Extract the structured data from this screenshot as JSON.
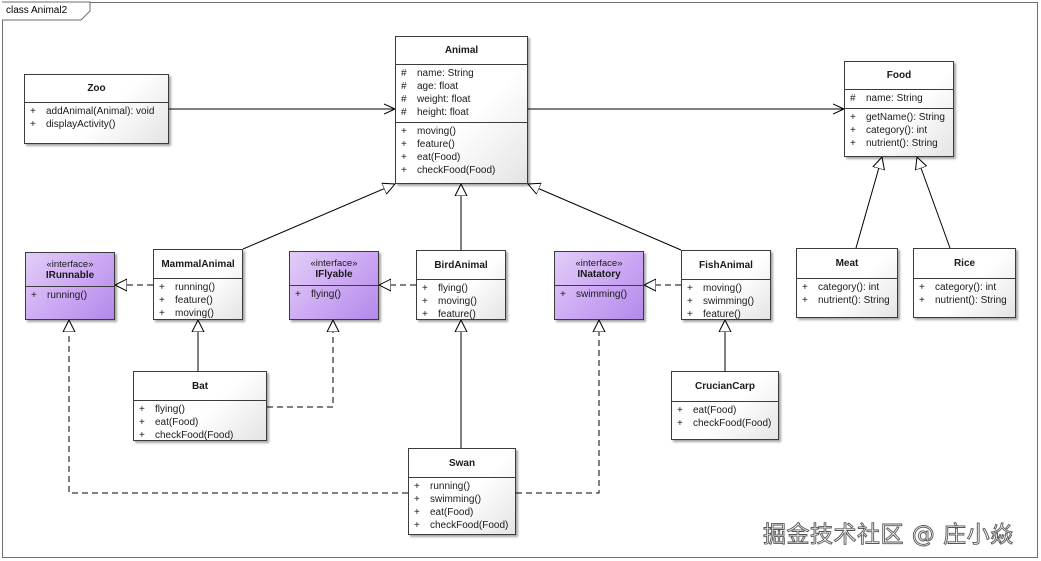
{
  "diagram_title": "class Animal2",
  "watermark": "掘金技术社区 @ 庄小焱",
  "colors": {
    "interface_fill": "#cba6f3",
    "class_fill": "#ffffff",
    "border": "#3c3c3c",
    "line": "#000000"
  },
  "classes": {
    "zoo": {
      "name": "Zoo",
      "operations": [
        {
          "vis": "+",
          "text": "addAnimal(Animal): void"
        },
        {
          "vis": "+",
          "text": "displayActivity()"
        }
      ]
    },
    "animal": {
      "name": "Animal",
      "attributes": [
        {
          "vis": "#",
          "text": "name: String"
        },
        {
          "vis": "#",
          "text": "age: float"
        },
        {
          "vis": "#",
          "text": "weight: float"
        },
        {
          "vis": "#",
          "text": "height: float"
        }
      ],
      "operations": [
        {
          "vis": "+",
          "text": "moving()"
        },
        {
          "vis": "+",
          "text": "feature()"
        },
        {
          "vis": "+",
          "text": "eat(Food)"
        },
        {
          "vis": "+",
          "text": "checkFood(Food)"
        }
      ]
    },
    "food": {
      "name": "Food",
      "attributes": [
        {
          "vis": "#",
          "text": "name: String"
        }
      ],
      "operations": [
        {
          "vis": "+",
          "text": "getName(): String"
        },
        {
          "vis": "+",
          "text": "category(): int"
        },
        {
          "vis": "+",
          "text": "nutrient(): String"
        }
      ]
    },
    "meat": {
      "name": "Meat",
      "operations": [
        {
          "vis": "+",
          "text": "category(): int"
        },
        {
          "vis": "+",
          "text": "nutrient(): String"
        }
      ]
    },
    "rice": {
      "name": "Rice",
      "operations": [
        {
          "vis": "+",
          "text": "category(): int"
        },
        {
          "vis": "+",
          "text": "nutrient(): String"
        }
      ]
    },
    "irunnable": {
      "stereotype": "«interface»",
      "name": "IRunnable",
      "operations": [
        {
          "vis": "+",
          "text": "running()"
        }
      ]
    },
    "mammal": {
      "name": "MammalAnimal",
      "operations": [
        {
          "vis": "+",
          "text": "running()"
        },
        {
          "vis": "+",
          "text": "feature()"
        },
        {
          "vis": "+",
          "text": "moving()"
        }
      ]
    },
    "iflyable": {
      "stereotype": "«interface»",
      "name": "IFlyable",
      "operations": [
        {
          "vis": "+",
          "text": "flying()"
        }
      ]
    },
    "bird": {
      "name": "BirdAnimal",
      "operations": [
        {
          "vis": "+",
          "text": "flying()"
        },
        {
          "vis": "+",
          "text": "moving()"
        },
        {
          "vis": "+",
          "text": "feature()"
        }
      ]
    },
    "inatatory": {
      "stereotype": "«interface»",
      "name": "INatatory",
      "operations": [
        {
          "vis": "+",
          "text": "swimming()"
        }
      ]
    },
    "fish": {
      "name": "FishAnimal",
      "operations": [
        {
          "vis": "+",
          "text": "moving()"
        },
        {
          "vis": "+",
          "text": "swimming()"
        },
        {
          "vis": "+",
          "text": "feature()"
        }
      ]
    },
    "bat": {
      "name": "Bat",
      "operations": [
        {
          "vis": "+",
          "text": "flying()"
        },
        {
          "vis": "+",
          "text": "eat(Food)"
        },
        {
          "vis": "+",
          "text": "checkFood(Food)"
        }
      ]
    },
    "carp": {
      "name": "CrucianCarp",
      "operations": [
        {
          "vis": "+",
          "text": "eat(Food)"
        },
        {
          "vis": "+",
          "text": "checkFood(Food)"
        }
      ]
    },
    "swan": {
      "name": "Swan",
      "operations": [
        {
          "vis": "+",
          "text": "running()"
        },
        {
          "vis": "+",
          "text": "swimming()"
        },
        {
          "vis": "+",
          "text": "eat(Food)"
        },
        {
          "vis": "+",
          "text": "checkFood(Food)"
        }
      ]
    }
  },
  "relationships": [
    {
      "type": "association",
      "from": "Zoo",
      "to": "Animal"
    },
    {
      "type": "association",
      "from": "Animal",
      "to": "Food"
    },
    {
      "type": "generalization",
      "from": "MammalAnimal",
      "to": "Animal"
    },
    {
      "type": "generalization",
      "from": "BirdAnimal",
      "to": "Animal"
    },
    {
      "type": "generalization",
      "from": "FishAnimal",
      "to": "Animal"
    },
    {
      "type": "generalization",
      "from": "Meat",
      "to": "Food"
    },
    {
      "type": "generalization",
      "from": "Rice",
      "to": "Food"
    },
    {
      "type": "generalization",
      "from": "Bat",
      "to": "MammalAnimal"
    },
    {
      "type": "generalization",
      "from": "Swan",
      "to": "BirdAnimal"
    },
    {
      "type": "generalization",
      "from": "CrucianCarp",
      "to": "FishAnimal"
    },
    {
      "type": "realization",
      "from": "MammalAnimal",
      "to": "IRunnable"
    },
    {
      "type": "realization",
      "from": "BirdAnimal",
      "to": "IFlyable"
    },
    {
      "type": "realization",
      "from": "FishAnimal",
      "to": "INatatory"
    },
    {
      "type": "realization",
      "from": "Bat",
      "to": "IFlyable"
    },
    {
      "type": "realization",
      "from": "Swan",
      "to": "IRunnable"
    },
    {
      "type": "realization",
      "from": "Swan",
      "to": "INatatory"
    }
  ]
}
